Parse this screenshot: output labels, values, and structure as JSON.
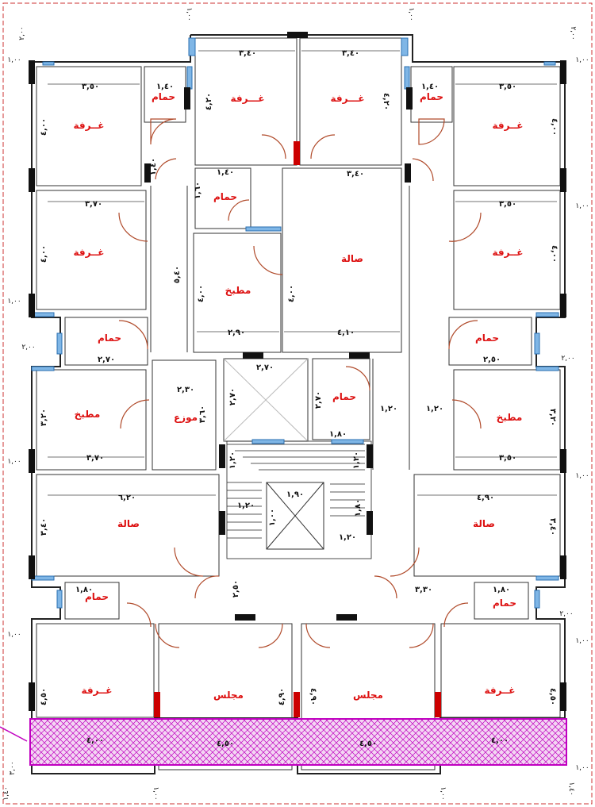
{
  "colors": {
    "room_label": "#dd1111",
    "hatch": "#c000c0",
    "window": "#7fb6e6",
    "door": "#b04a2a"
  },
  "rooms": {
    "room_tl_top": "غــرفة",
    "room_top_left": "غـــرفة",
    "room_top_right": "غـــرفة",
    "room_tr_top": "غــرفة",
    "room_l2": "غــرفة",
    "room_r2": "غــرفة",
    "bath_top_left": "حمام",
    "bath_top_right": "حمام",
    "bath_center_top": "حمام",
    "kitchen_center": "مطبخ",
    "hall_center": "صالة",
    "bath_left_mid": "حمام",
    "bath_right_mid": "حمام",
    "kitchen_left": "مطبخ",
    "distributor": "موزع",
    "bath_center_mid": "حمام",
    "kitchen_right": "مطبخ",
    "hall_left": "صالة",
    "hall_right": "صالة",
    "bath_bottom_left": "حمام",
    "bath_bottom_right": "حمام",
    "room_bottom_left": "غــرفة",
    "majlis_left": "مجلس",
    "majlis_right": "مجلس",
    "room_bottom_right": "غــرفة"
  },
  "dims": {
    "d_340_a": "٣,٤٠",
    "d_340_b": "٣,٤٠",
    "d_350_tl": "٣,٥٠",
    "d_350_tr": "٣,٥٠",
    "d_140_a": "١,٤٠",
    "d_140_b": "١,٤٠",
    "d_420_a": "٤,٢٠",
    "d_420_b": "٤,٢٠",
    "d_400_tl": "٤,٠٠",
    "d_400_tr": "٤,٠٠",
    "d_140_c": "١,٤٠",
    "d_160": "١,٦٠",
    "d_140_d": "١,٤٠",
    "d_340_c": "٣,٤٠",
    "d_370_a": "٣,٧٠",
    "d_350_r2": "٣,٥٠",
    "d_400_l2": "٤,٠٠",
    "d_400_r2": "٤,٠٠",
    "d_540": "٥,٤٠",
    "d_400_k": "٤,٠٠",
    "d_400_h": "٤,٠٠",
    "d_290": "٢,٩٠",
    "d_410": "٤,١٠",
    "d_270_a": "٢,٧٠",
    "d_250": "٢,٥٠",
    "d_270_b": "٢,٧٠",
    "d_230": "٢,٣٠",
    "d_270_c": "٢,٧٠",
    "d_270_d": "٢,٧٠",
    "d_120_a": "١,٢٠",
    "d_120_b": "١,٢٠",
    "d_320_l": "٣,٢٠",
    "d_360": "٣,٦٠",
    "d_320_r": "٣,٢٠",
    "d_180_a": "١,٨٠",
    "d_370_b": "٣,٧٠",
    "d_350_r3": "٣,٥٠",
    "d_120_c": "١,٢٠",
    "d_120_d": "١,٢٠",
    "d_620": "٦,٢٠",
    "d_190": "١,٩٠",
    "d_490": "٤,٩٠",
    "d_340_l": "٣,٤٠",
    "d_340_r": "٣,٤٠",
    "d_120_e": "١,٢٠",
    "d_180_b": "١,٨٠",
    "d_100_s": "١,٠٠",
    "d_120_f": "١,٢٠",
    "d_250_b": "٢,٥٠",
    "d_330": "٣,٣٠",
    "d_180_c": "١,٨٠",
    "d_180_d": "١,٨٠",
    "d_450_l": "٤,٥٠",
    "d_490_a": "٤,٩٠",
    "d_490_b": "٤,٩٠",
    "d_450_r": "٤,٥٠",
    "d_400_bl": "٤,٠٠",
    "d_450_bm1": "٤,٥٠",
    "d_450_bm2": "٤,٥٠",
    "d_400_br": "٤,٠٠"
  },
  "edges": {
    "e_l_200_top": "٢,٠٠",
    "e_l_100_a": "١,٠٠",
    "e_l_100_b": "١,٠٠",
    "e_l_200_mid": "٢,٠٠",
    "e_l_100_c": "١,٠٠",
    "e_l_100_d": "١,٠٠",
    "e_l_300_bot": "٣,٠٠",
    "e_l_140_bot": "١,٤٠",
    "e_r_200_top": "٢,٠٠",
    "e_r_100_a": "١,٠٠",
    "e_r_100_b": "١,٠٠",
    "e_r_200_mid": "٢,٠٠",
    "e_r_100_c": "١,٠٠",
    "e_r_200_low": "٢,٠٠",
    "e_r_100_d": "١,٠٠",
    "e_r_100_e": "١,٠٠",
    "e_r_140_bot": "١,٤٠",
    "e_t_100_l": "١,٠٠",
    "e_t_100_r": "١,٠٠",
    "e_b_100_l": "١,٠٠",
    "e_b_100_r": "١,٠٠"
  }
}
